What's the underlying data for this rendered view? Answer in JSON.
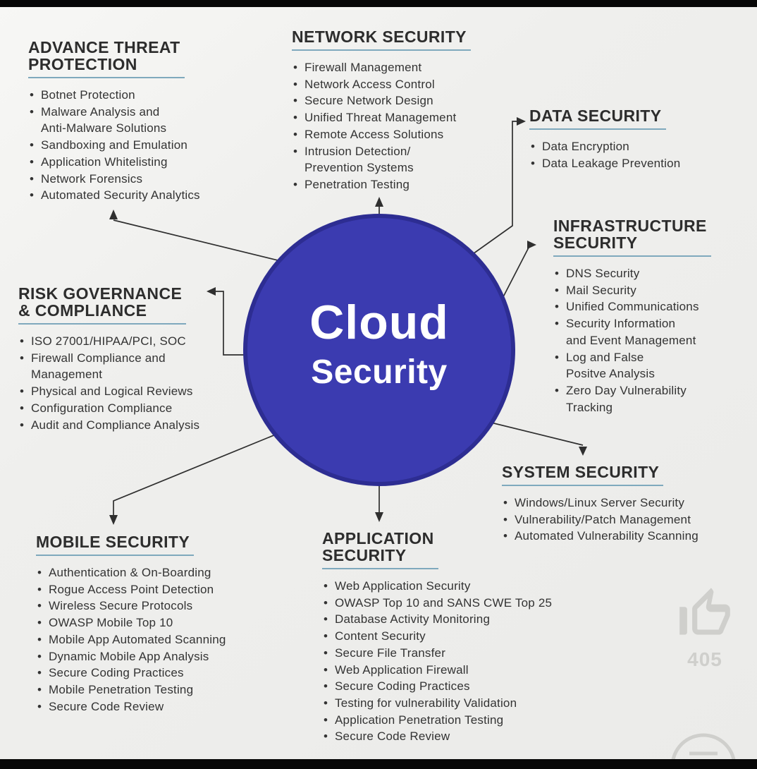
{
  "center": {
    "line1": "Cloud",
    "line2": "Security"
  },
  "groups": [
    {
      "id": "advance-threat-protection",
      "title": "ADVANCE THREAT\nPROTECTION",
      "items": [
        "Botnet Protection",
        "Malware Analysis and\nAnti-Malware Solutions",
        "Sandboxing and Emulation",
        "Application Whitelisting",
        "Network Forensics",
        "Automated Security Analytics"
      ]
    },
    {
      "id": "network-security",
      "title": "NETWORK SECURITY",
      "items": [
        "Firewall Management",
        "Network Access Control",
        "Secure Network Design",
        "Unified Threat Management",
        "Remote Access Solutions",
        "Intrusion Detection/\nPrevention Systems",
        "Penetration Testing"
      ]
    },
    {
      "id": "data-security",
      "title": "DATA SECURITY",
      "items": [
        "Data Encryption",
        "Data Leakage Prevention"
      ]
    },
    {
      "id": "infrastructure-security",
      "title": "INFRASTRUCTURE\nSECURITY",
      "items": [
        "DNS Security",
        "Mail Security",
        "Unified Communications",
        "Security Information\nand Event Management",
        "Log and False\nPositve Analysis",
        "Zero Day Vulnerability\nTracking"
      ]
    },
    {
      "id": "risk-governance-compliance",
      "title": "RISK GOVERNANCE\n& COMPLIANCE",
      "items": [
        "ISO 27001/HIPAA/PCI, SOC",
        "Firewall Compliance and\nManagement",
        "Physical and Logical Reviews",
        "Configuration Compliance",
        "Audit and Compliance Analysis"
      ]
    },
    {
      "id": "system-security",
      "title": "SYSTEM SECURITY",
      "items": [
        "Windows/Linux Server Security",
        "Vulnerability/Patch Management",
        "Automated Vulnerability Scanning"
      ]
    },
    {
      "id": "mobile-security",
      "title": "MOBILE SECURITY",
      "items": [
        "Authentication & On-Boarding",
        "Rogue Access Point Detection",
        "Wireless Secure Protocols",
        "OWASP Mobile Top 10",
        "Mobile App Automated Scanning",
        "Dynamic Mobile App Analysis",
        "Secure Coding Practices",
        "Mobile Penetration Testing",
        "Secure Code Review"
      ]
    },
    {
      "id": "application-security",
      "title": "APPLICATION\nSECURITY",
      "items": [
        "Web Application Security",
        "OWASP Top 10 and SANS CWE Top 25",
        "Database Activity Monitoring",
        "Content Security",
        "Secure File Transfer",
        "Web Application Firewall",
        "Secure Coding Practices",
        "Testing for vulnerability Validation",
        "Application Penetration Testing",
        "Secure Code Review"
      ]
    }
  ],
  "overlay": {
    "like_count": "405",
    "like_icon": "thumbs-up-icon",
    "comment_icon": "comment-icon"
  },
  "colors": {
    "background": "#efefed",
    "circle_fill": "#3b3bb0",
    "circle_border": "#2d2d92",
    "circle_text": "#ffffff",
    "heading_text": "#2d2d2d",
    "body_text": "#333333",
    "underline": "#7fa9bd",
    "connector": "#2f2f2f",
    "overlay_icon": "#cfcfcc",
    "letterbox": "#070707"
  }
}
